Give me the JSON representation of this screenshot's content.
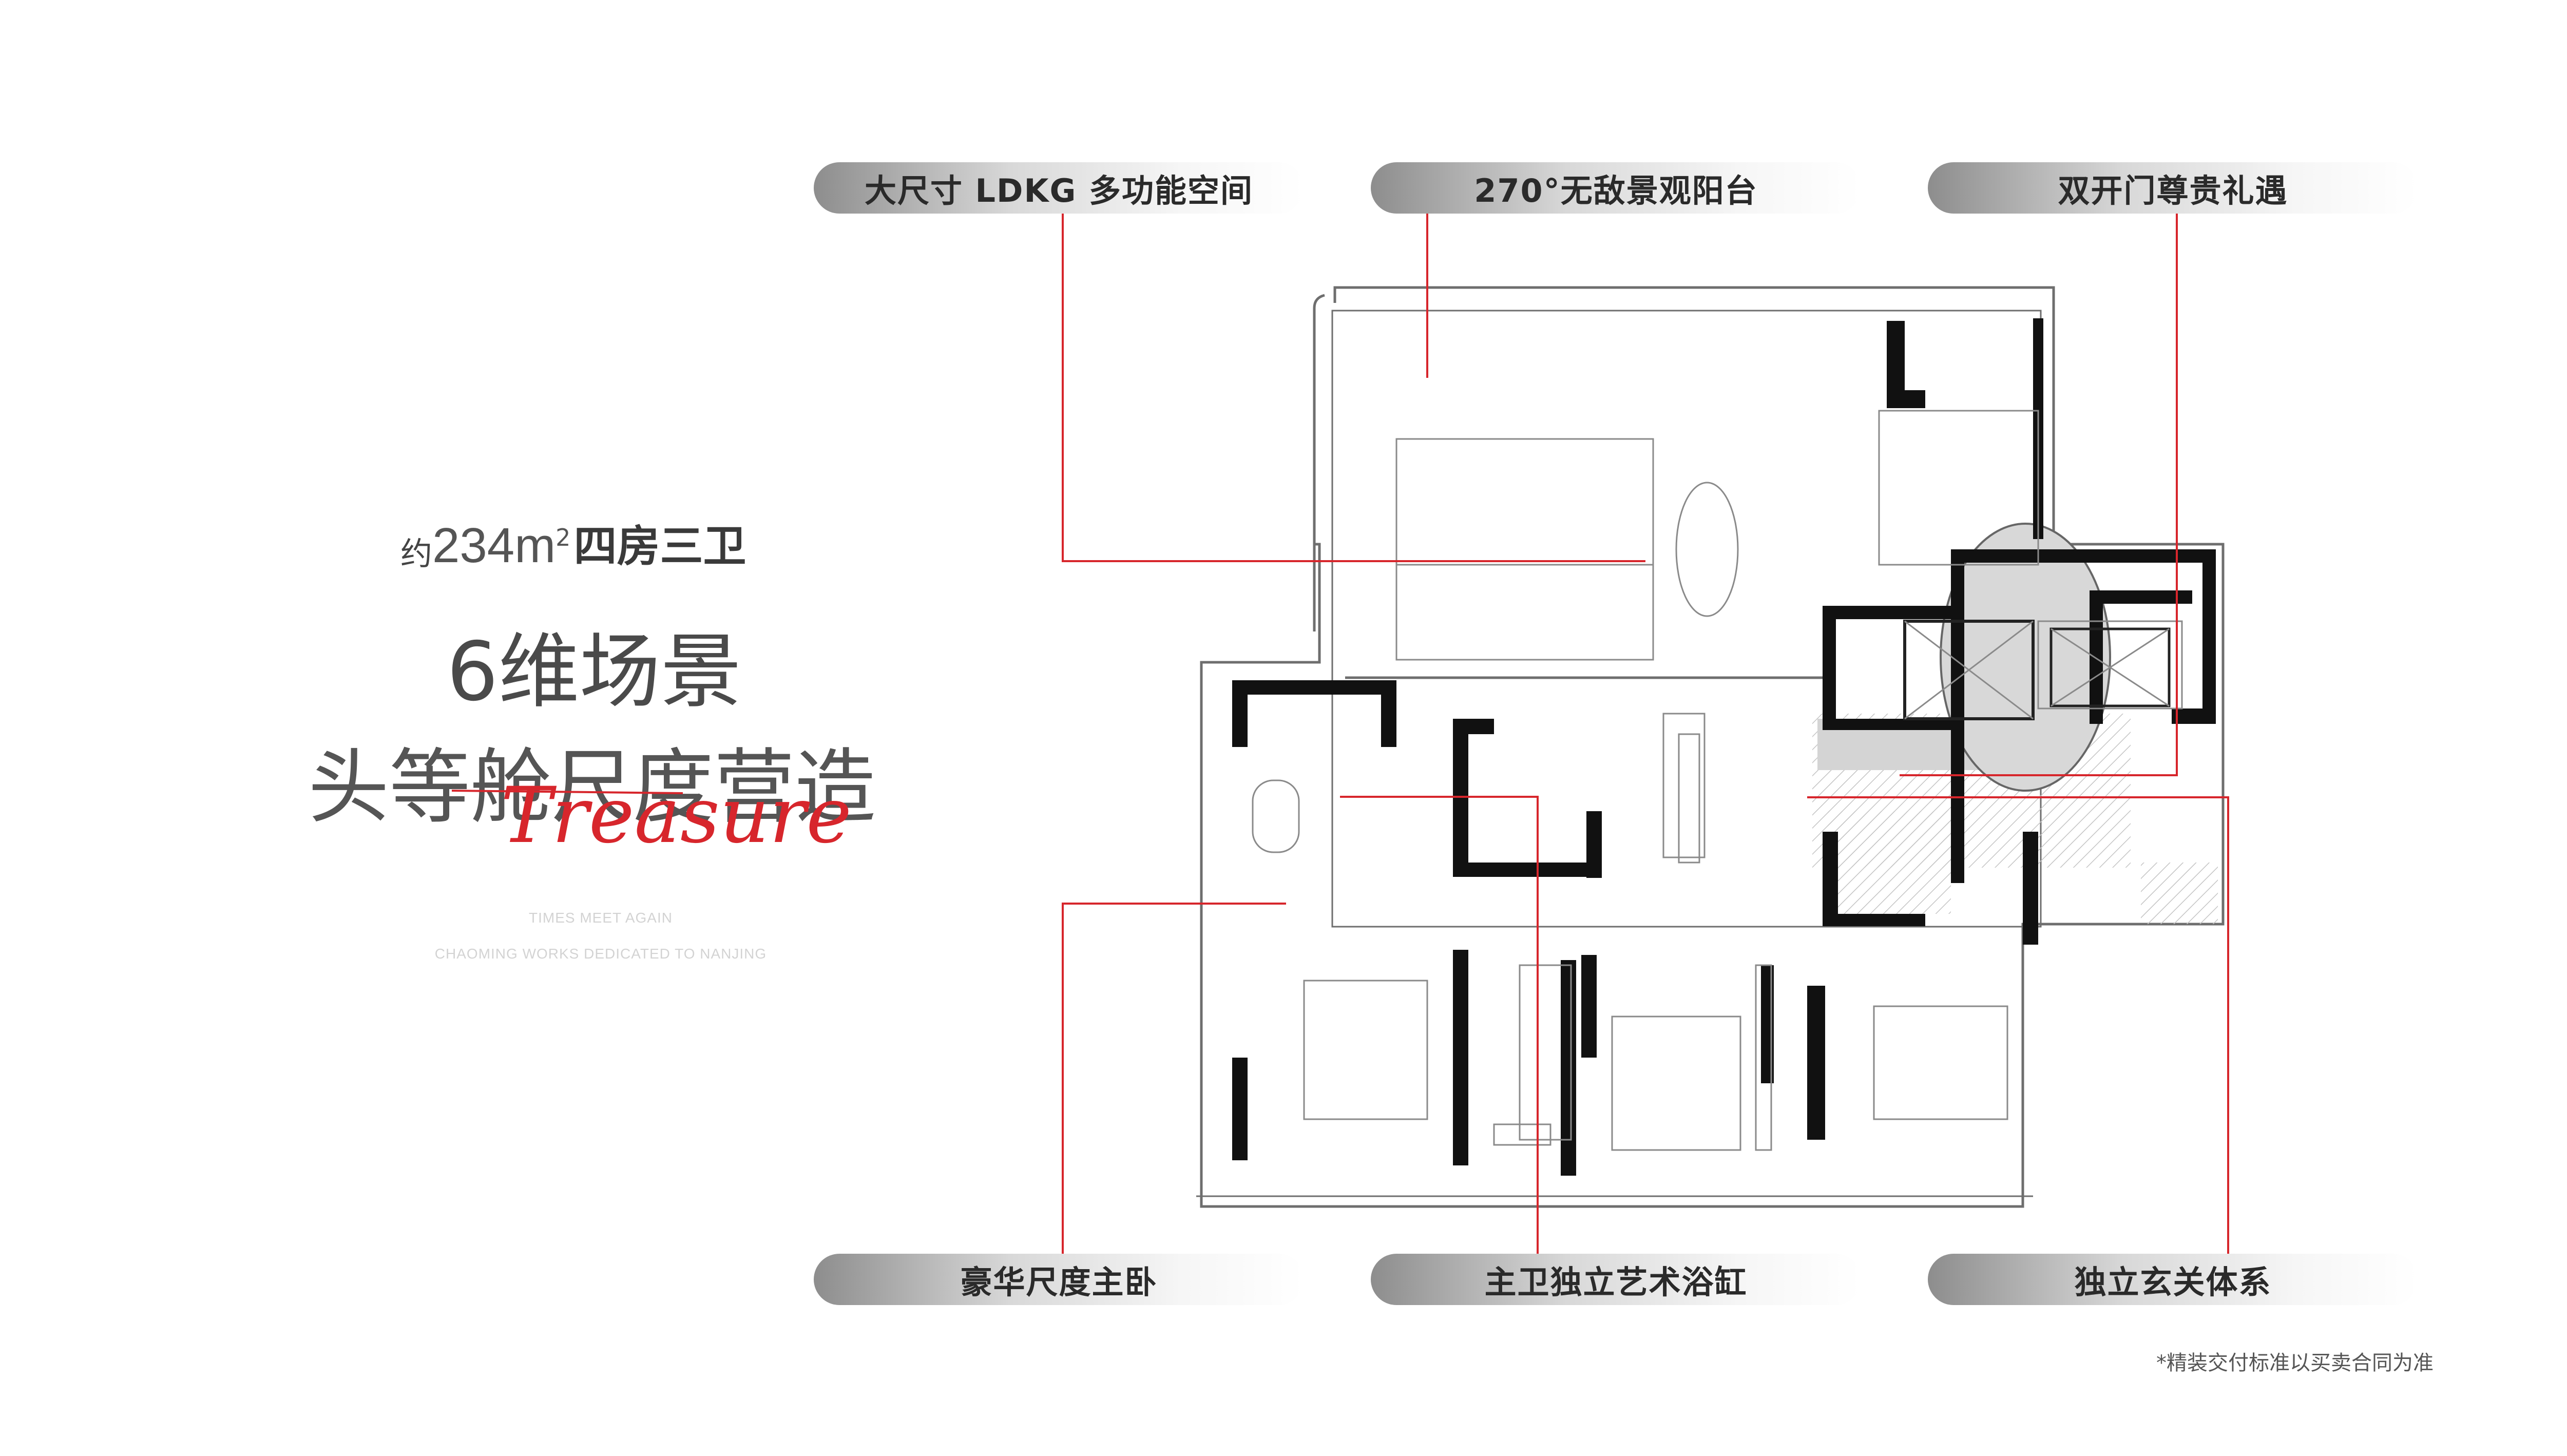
{
  "callouts": {
    "ldkg": "大尺寸 LDKG 多功能空间",
    "balcony": "270°无敌景观阳台",
    "door": "双开门尊贵礼遇",
    "master_bedroom": "豪华尺度主卧",
    "bathtub": "主卫独立艺术浴缸",
    "entrance": "独立玄关体系"
  },
  "headline": {
    "area_prefix": "约",
    "area_number": "234m",
    "area_sup": "2",
    "rooms": "四房三卫",
    "scenes": "6维场景",
    "cabin": "头等舱尺度营造",
    "script": "Treasure",
    "subline1": "TIMES MEET AGAIN",
    "subline2": "CHAOMING WORKS DEDICATED TO NANJING"
  },
  "footnote": "*精装交付标准以买卖合同为准",
  "colors": {
    "accent": "#d7262c",
    "wall": "#111111",
    "line": "#6e6e6e",
    "hatch": "#bdbdbd"
  }
}
